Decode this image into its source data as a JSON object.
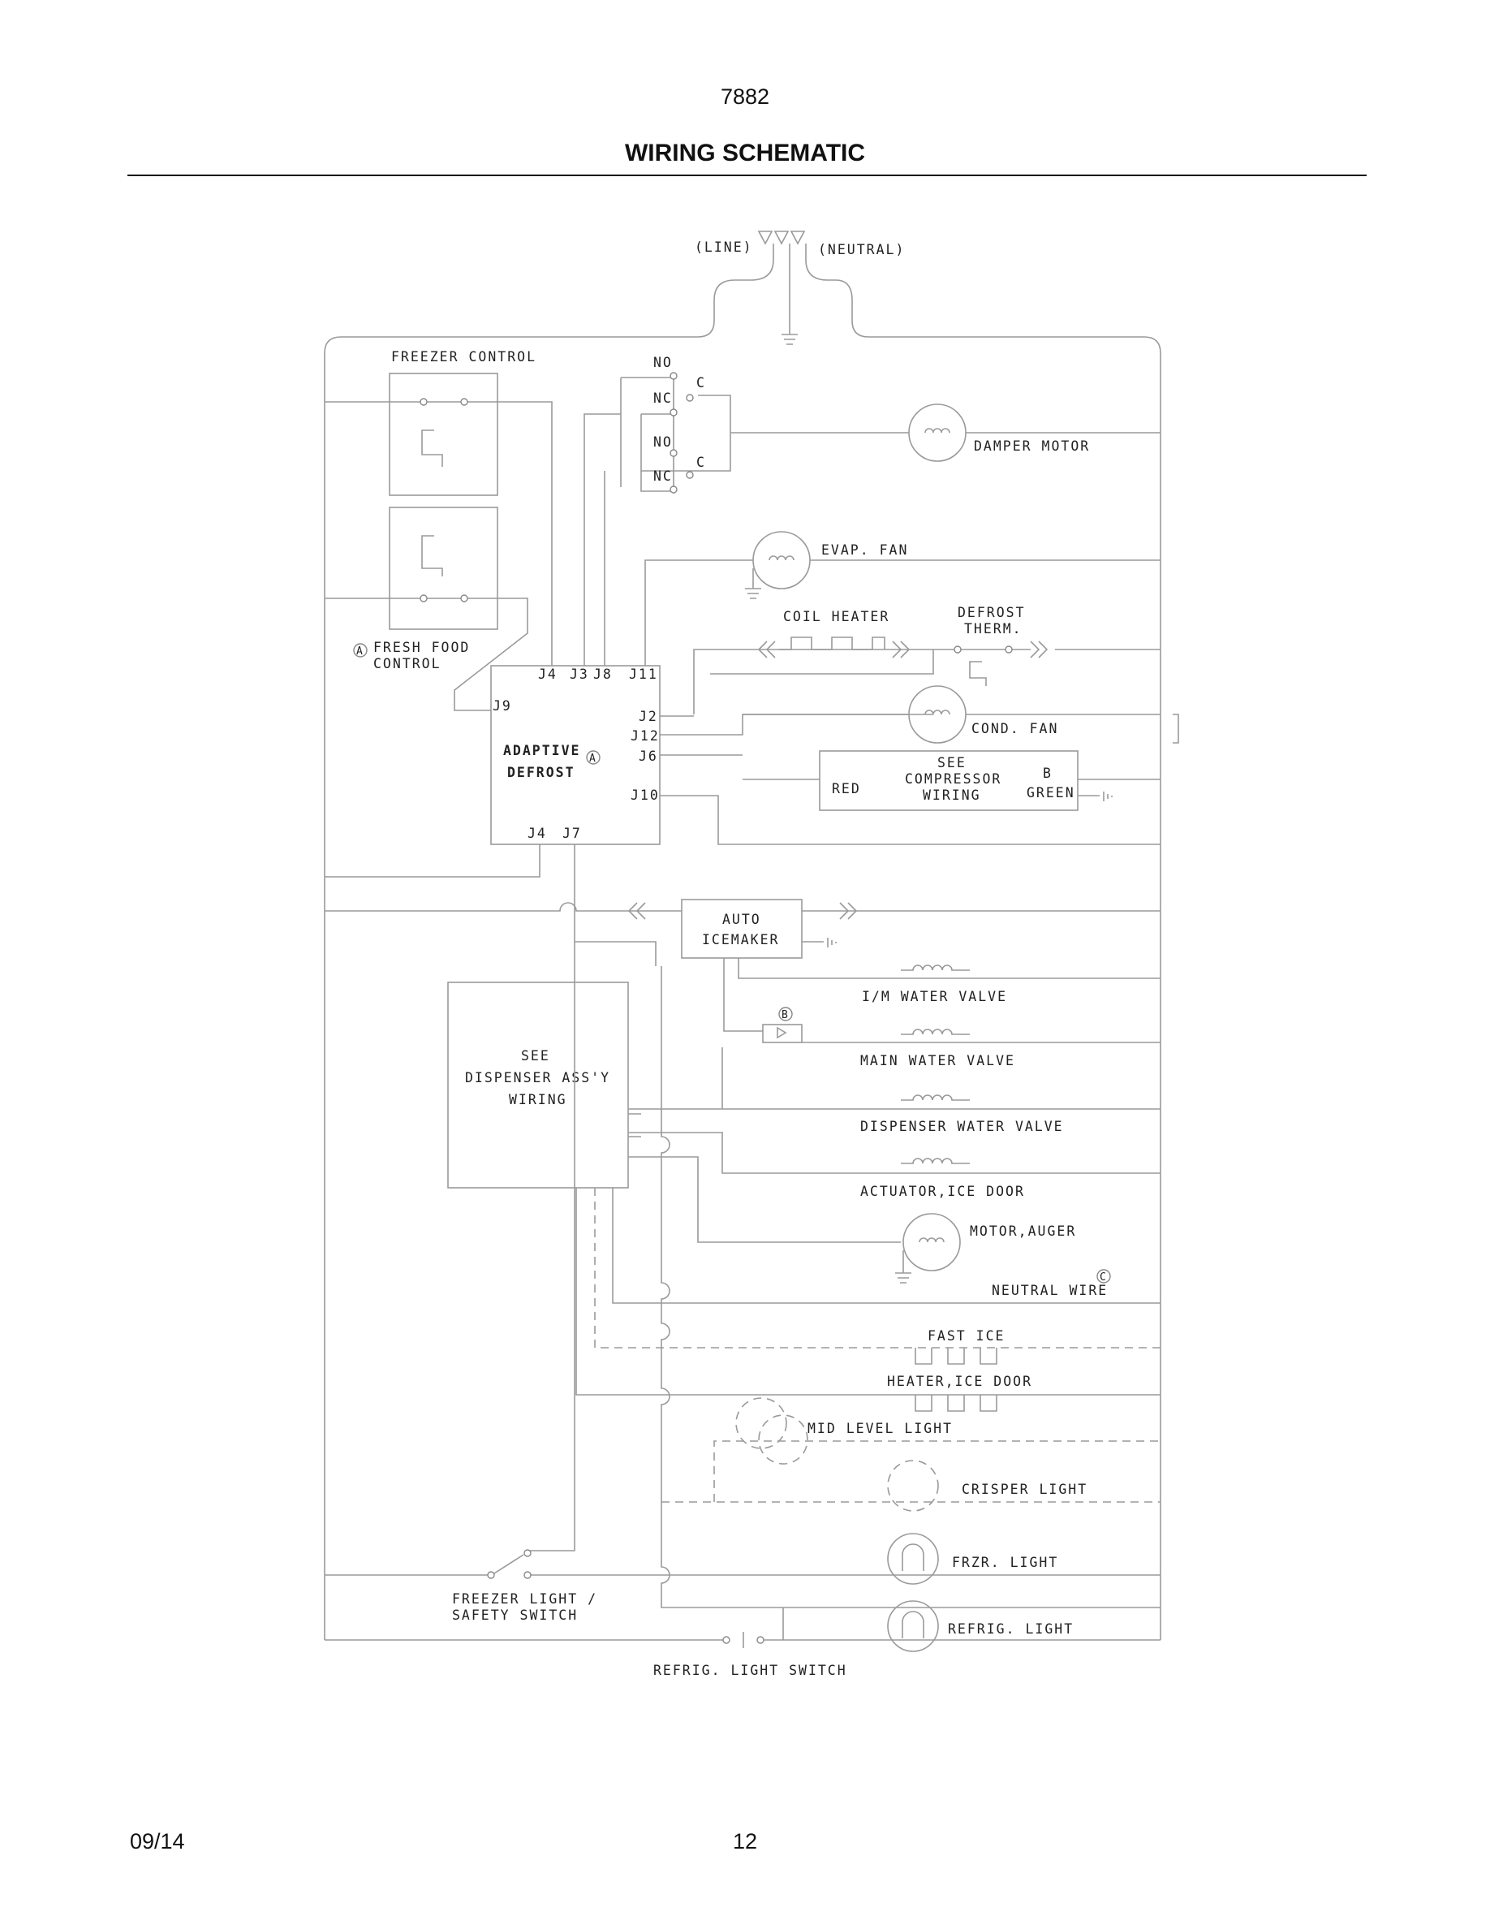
{
  "header": {
    "doc_number": "7882",
    "title": "WIRING SCHEMATIC"
  },
  "footer": {
    "date": "09/14",
    "page": "12"
  },
  "power": {
    "line": "(LINE)",
    "neutral": "(NEUTRAL)"
  },
  "relay": {
    "no1": "NO",
    "nc1": "NC",
    "c1": "C",
    "no2": "NO",
    "nc2": "NC",
    "c2": "C"
  },
  "controls": {
    "freezer_control": "FREEZER CONTROL",
    "fresh_food_control_1": "FRESH FOOD",
    "fresh_food_control_2": "CONTROL"
  },
  "board": {
    "name_1": "ADAPTIVE",
    "name_2": "DEFROST",
    "pins": {
      "j4_top": "J4",
      "j3": "J3",
      "j8": "J8",
      "j11": "J11",
      "j9": "J9",
      "j2": "J2",
      "j12": "J12",
      "j6": "J6",
      "j10": "J10",
      "j4_bottom": "J4",
      "j7": "J7"
    }
  },
  "components": {
    "damper_motor": "DAMPER MOTOR",
    "evap_fan": "EVAP. FAN",
    "coil_heater": "COIL HEATER",
    "defrost_therm_1": "DEFROST",
    "defrost_therm_2": "THERM.",
    "cond_fan": "COND. FAN",
    "compressor_1": "SEE",
    "compressor_2": "COMPRESSOR",
    "compressor_3": "WIRING",
    "compressor_red": "RED",
    "compressor_b": "B",
    "compressor_green": "GREEN",
    "icemaker_1": "AUTO",
    "icemaker_2": "ICEMAKER",
    "im_water_valve": "I/M WATER VALVE",
    "main_water_valve": "MAIN WATER VALVE",
    "dispenser_water_valve": "DISPENSER WATER VALVE",
    "actuator_ice_door": "ACTUATOR,ICE DOOR",
    "motor_auger": "MOTOR,AUGER",
    "neutral_wire": "NEUTRAL WIRE",
    "fast_ice": "FAST ICE",
    "heater_ice_door": "HEATER,ICE DOOR",
    "mid_level_light": "MID LEVEL LIGHT",
    "crisper_light": "CRISPER LIGHT",
    "frzr_light": "FRZR. LIGHT",
    "refrig_light": "REFRIG. LIGHT",
    "dispenser_1": "SEE",
    "dispenser_2": "DISPENSER ASS'Y",
    "dispenser_3": "WIRING",
    "freezer_light_switch_1": "FREEZER LIGHT /",
    "freezer_light_switch_2": "SAFETY SWITCH",
    "refrig_light_switch": "REFRIG. LIGHT SWITCH"
  },
  "markers": {
    "a1": "A",
    "a2": "A",
    "b": "B",
    "c": "C"
  }
}
